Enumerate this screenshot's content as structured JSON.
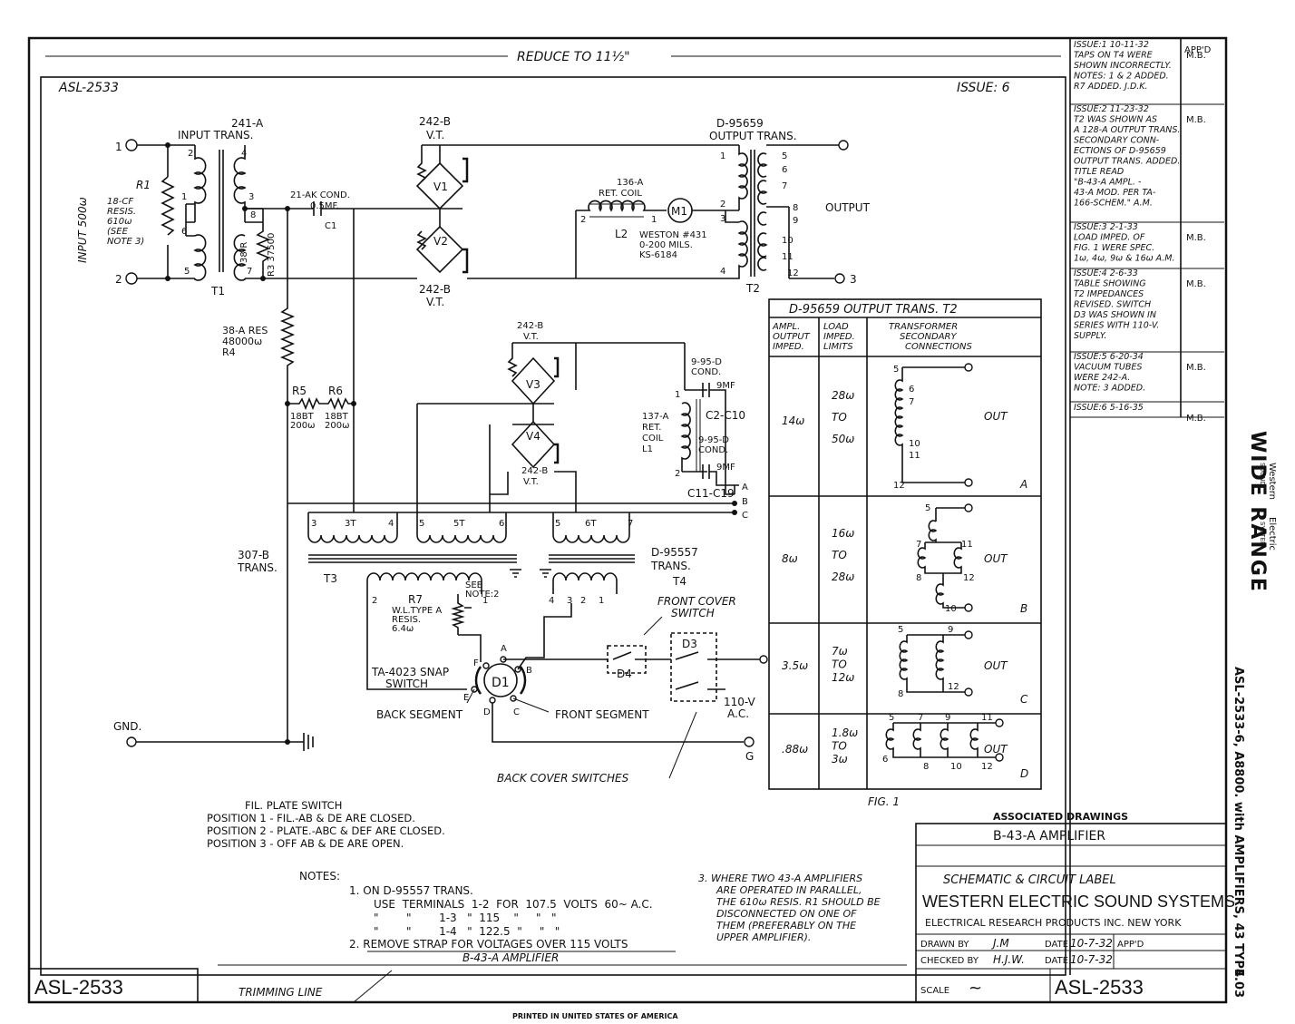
{
  "header": {
    "reduce_note": "REDUCE TO 11½\"",
    "drawing_no_top": "ASL-2533",
    "issue_top": "ISSUE: 6"
  },
  "revisions": {
    "appd_header": "APP'D",
    "entries": [
      {
        "lines": [
          "ISSUE:1  10-11-32",
          "TAPS ON T4 WERE",
          "SHOWN INCORRECTLY.",
          "NOTES: 1 & 2 ADDED.",
          "R7 ADDED. J.D.K."
        ],
        "appd": "M.B."
      },
      {
        "lines": [
          "ISSUE:2  11-23-32",
          "T2 WAS SHOWN AS",
          "A 128-A OUTPUT TRANS.",
          "SECONDARY CONN-",
          "ECTIONS OF D-95659",
          "OUTPUT TRANS. ADDED.",
          "TITLE READ",
          "\"B-43-A AMPL. -",
          "43-A MOD. PER TA-",
          "166-SCHEM.\" A.M."
        ],
        "appd": "M.B."
      },
      {
        "lines": [
          "ISSUE:3  2-1-33",
          "LOAD IMPED. OF",
          "FIG. 1 WERE SPEC.",
          "1ω, 4ω, 9ω & 16ω A.M."
        ],
        "appd": "M.B."
      },
      {
        "lines": [
          "ISSUE:4  2-6-33",
          "TABLE SHOWING",
          "T2 IMPEDANCES",
          "REVISED. SWITCH",
          "D3 WAS SHOWN IN",
          "SERIES WITH 110-V.",
          "SUPPLY."
        ],
        "appd": "M.B."
      },
      {
        "lines": [
          "ISSUE:5  6-20-34",
          "VACUUM TUBES",
          "WERE 242-A.",
          "NOTE: 3 ADDED."
        ],
        "appd": "M.B."
      },
      {
        "lines": [
          "ISSUE:6  5-16-35"
        ],
        "appd": "M.B."
      }
    ]
  },
  "stamp": {
    "wide_range": "WIDE RANGE",
    "western": "Western",
    "electric": "Electric",
    "sound": "SOUND",
    "system": "SYSTEM"
  },
  "side_text": "ASL-2533-6, A8800. with AMPLIFIERS, 43 TYPE",
  "side_page": "4.03",
  "schematic": {
    "input_label": "INPUT 500ω",
    "t1_type": "241-A",
    "t1_name": "INPUT TRANS.",
    "t1_ref": "T1",
    "r1_ref": "R1",
    "r1_desc": [
      "18-CF",
      "RESIS.",
      "610ω",
      "(SEE",
      "NOTE 3)"
    ],
    "r3_desc": "38-R",
    "r3_val": "R3 37500",
    "cond1_desc": "21-AK COND.",
    "cond1_val": "0.5MF.",
    "c1_ref": "C1",
    "vt1_type": "242-B",
    "vt1_label": "V.T.",
    "vt2_type": "242-B",
    "vt2_label": "V.T.",
    "v1": "V1",
    "v2": "V2",
    "t2_type": "D-95659",
    "t2_name": "OUTPUT TRANS.",
    "t2_ref": "T2",
    "output_label": "OUTPUT",
    "ret_coil": "136-A",
    "ret_coil2": "RET. COIL",
    "l2": "L2",
    "m1": "M1",
    "meter": [
      "WESTON #431",
      "0-200 MILS.",
      "KS-6184"
    ],
    "r4_desc": [
      "38-A RES",
      "48000ω",
      "R4"
    ],
    "r5": "R5",
    "r6": "R6",
    "r5_desc": [
      "18BT",
      "200ω"
    ],
    "r6_desc": [
      "18BT",
      "200ω"
    ],
    "vt3_type": "242-B",
    "vt3_label": "V.T.",
    "vt4_type": "242-B",
    "vt4_label": "V.T.",
    "v3": "V3",
    "v4": "V4",
    "cond_a": [
      "9-95-D",
      "COND."
    ],
    "cond_b": [
      "9-95-D",
      "COND."
    ],
    "c2c10": "C2-C10",
    "c11c19": "C11-C19",
    "mf9a": "9MF",
    "mf9b": "9MF",
    "ret_coil_l1": [
      "137-A",
      "RET.",
      "COIL",
      "L1"
    ],
    "t3_desc": [
      "307-B",
      "TRANS."
    ],
    "t3_ref": "T3",
    "t4_desc": [
      "D-95557",
      "TRANS."
    ],
    "t4_ref": "T4",
    "r7": "R7",
    "r7_desc": [
      "W.L.TYPE A",
      "RESIS.",
      "6.4ω"
    ],
    "see_note": [
      "SEE",
      "NOTE:2"
    ],
    "front_cover": [
      "FRONT COVER",
      "SWITCH"
    ],
    "d3": "D3",
    "d4": "D4",
    "d1": "D1",
    "snap_switch": [
      "TA-4023 SNAP",
      "SWITCH"
    ],
    "back_segment": "BACK SEGMENT",
    "front_segment": "FRONT SEGMENT",
    "ac": [
      "110-V",
      "A.C."
    ],
    "back_cover": "BACK COVER SWITCHES",
    "gnd": "GND.",
    "g": "G",
    "n1": "1",
    "n2": "2",
    "n3": "3"
  },
  "table": {
    "title": "D-95659 OUTPUT TRANS. T2",
    "headers": [
      [
        "AMPL.",
        "OUTPUT",
        "IMPED."
      ],
      [
        "LOAD",
        "IMPED.",
        "LIMITS"
      ],
      [
        "TRANSFORMER",
        "SECONDARY",
        "CONNECTIONS"
      ]
    ],
    "rows": [
      {
        "ampl": "14ω",
        "limits": [
          "28ω",
          "TO",
          "50ω"
        ],
        "fig": "A",
        "out": "OUT"
      },
      {
        "ampl": "8ω",
        "limits": [
          "16ω",
          "TO",
          "28ω"
        ],
        "fig": "B",
        "out": "OUT"
      },
      {
        "ampl": "3.5ω",
        "limits": [
          "7ω",
          "TO",
          "12ω"
        ],
        "fig": "C",
        "out": "OUT"
      },
      {
        "ampl": ".88ω",
        "limits": [
          "1.8ω",
          "TO",
          "3ω"
        ],
        "fig": "D",
        "out": "OUT"
      }
    ],
    "fig_label": "FIG. 1"
  },
  "switch_notes": [
    "FIL. PLATE SWITCH",
    "POSITION 1 - FIL.-AB & DE ARE CLOSED.",
    "POSITION 2 - PLATE.-ABC & DEF ARE CLOSED.",
    "POSITION 3 - OFF  AB & DE ARE OPEN."
  ],
  "notes": {
    "heading": "NOTES:",
    "n1a": "1.  ON D-95557 TRANS.",
    "n1b": "USE  TERMINALS  1-2  FOR  107.5  VOLTS  60~ A.C.",
    "n1c": "\"        \"        1-3   \"  115    \"     \"   \"",
    "n1d": "\"        \"        1-4   \"  122.5  \"     \"   \"",
    "n2": "2.  REMOVE  STRAP  FOR  VOLTAGES  OVER  115  VOLTS",
    "n3": [
      "3.  WHERE TWO 43-A AMPLIFIERS",
      "ARE OPERATED IN PARALLEL,",
      "THE 610ω RESIS. R1 SHOULD BE",
      "DISCONNECTED ON ONE OF",
      "THEM (PREFERABLY ON THE",
      "UPPER AMPLIFIER)."
    ],
    "bottom_title": "B-43-A AMPLIFIER"
  },
  "title_block": {
    "assoc": "ASSOCIATED DRAWINGS",
    "assoc_item": "B-43-A AMPLIFIER",
    "title": "SCHEMATIC & CIRCUIT LABEL",
    "company": "WESTERN ELECTRIC SOUND SYSTEMS",
    "sub": "ELECTRICAL RESEARCH PRODUCTS INC. NEW YORK",
    "drawn_by_label": "DRAWN BY",
    "drawn_by": "J.M",
    "checked_by_label": "CHECKED BY",
    "checked_by": "H.J.W.",
    "date_label": "DATE",
    "date1": "10-7-32",
    "date2": "10-7-32",
    "appd_label": "APP'D",
    "scale_label": "SCALE",
    "scale_value": "~",
    "drawing_no": "ASL-2533"
  },
  "bottom": {
    "left_no": "ASL-2533",
    "trimming": "TRIMMING LINE",
    "printed": "PRINTED IN UNITED STATES OF AMERICA"
  }
}
